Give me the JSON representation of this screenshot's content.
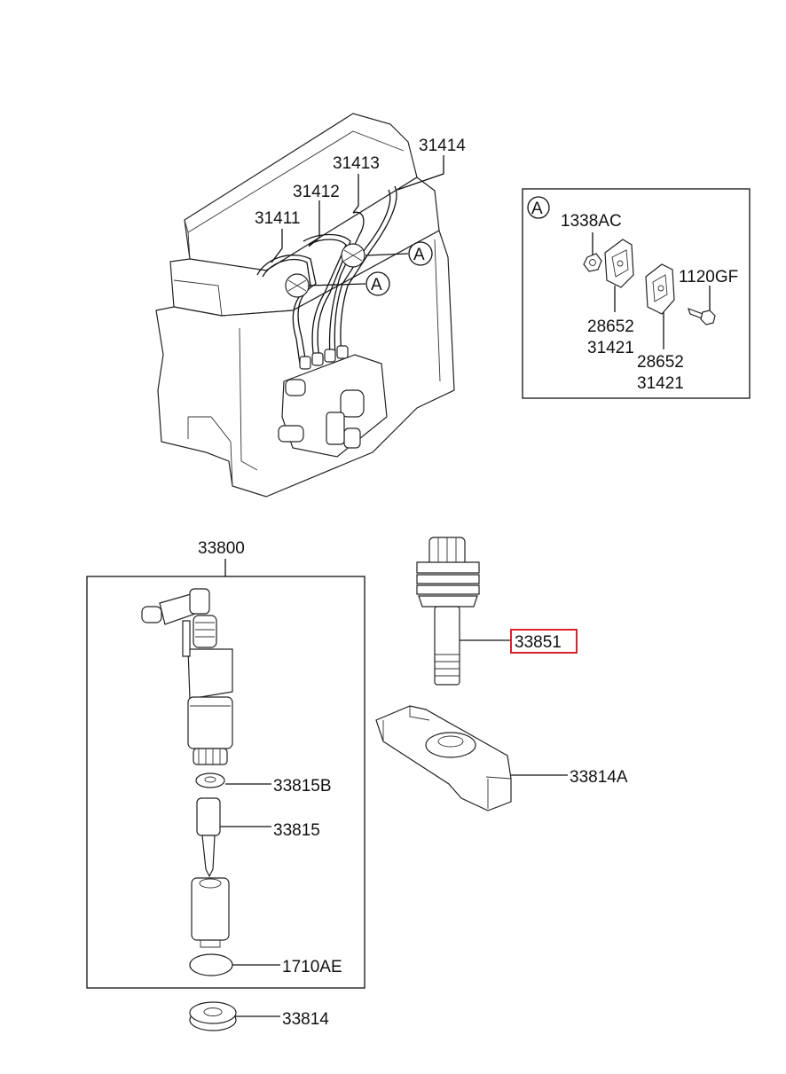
{
  "diagram": {
    "detail_marker": "A",
    "labels": {
      "p31411": "31411",
      "p31412": "31412",
      "p31413": "31413",
      "p31414": "31414",
      "p1338AC": "1338AC",
      "p1120GF": "1120GF",
      "p28652_a": "28652",
      "p31421_a": "31421",
      "p28652_b": "28652",
      "p31421_b": "31421",
      "p33800": "33800",
      "p33851": "33851",
      "p33815B": "33815B",
      "p33815": "33815",
      "p33814A": "33814A",
      "p1710AE": "1710AE",
      "p33814": "33814"
    },
    "highlighted_part": "33851",
    "highlight_color": "#d9232e"
  }
}
